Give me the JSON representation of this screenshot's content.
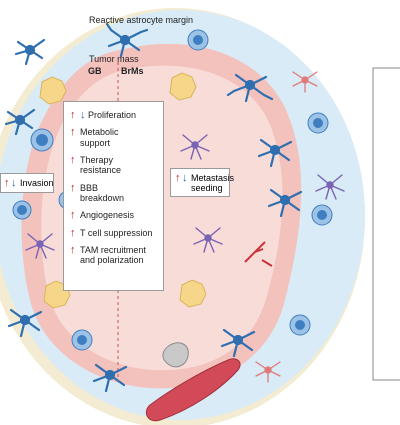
{
  "margin_label": "Reactive astrocyte margin",
  "tumor_mass_label": "Tumor mass",
  "gb_label": "GB",
  "brms_label": "BrMs",
  "effects": [
    "Proliferation",
    "Metabolic support",
    "Therapy resistance",
    "BBB breakdown",
    "Angiogenesis",
    "T cell suppression",
    "TAM recruitment and polarization"
  ],
  "invasion_label": "Invasion",
  "metastasis_label": "Metastasis seeding",
  "colors": {
    "up_arrow": "#c0262d",
    "down_arrow": "#2a66b0",
    "tumor_pink": "#f2b9b4",
    "margin_blue": "#d7eaf5",
    "astrocyte_blue": "#2f6fb0"
  }
}
